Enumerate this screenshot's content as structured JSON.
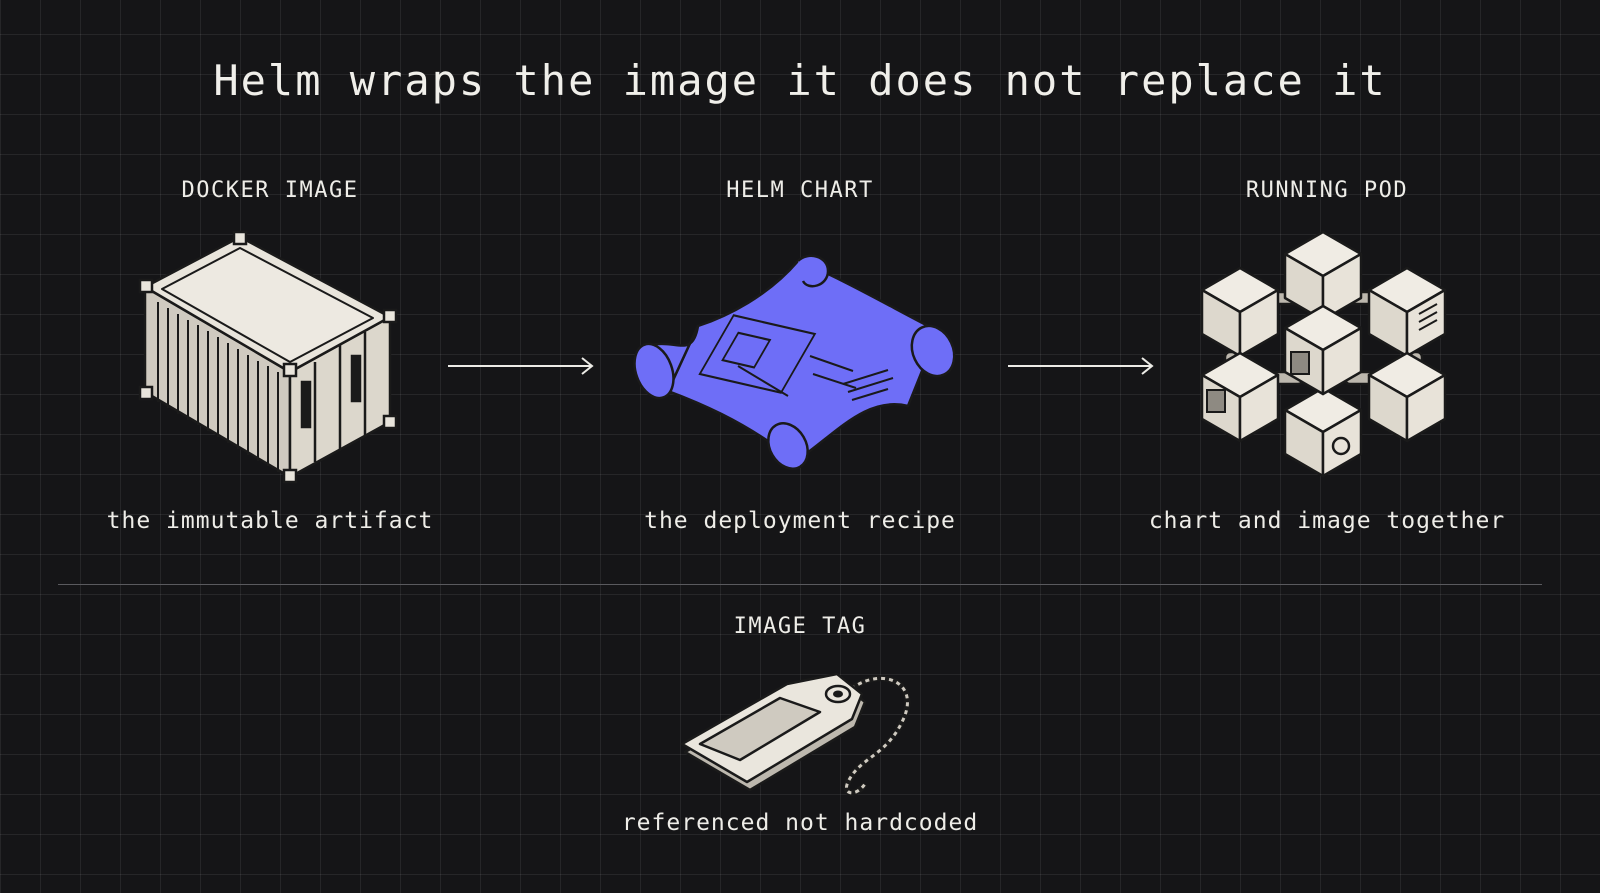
{
  "title": "Helm wraps the image it does not replace it",
  "columns": [
    {
      "label": "DOCKER IMAGE",
      "caption": "the immutable artifact",
      "icon": "container-icon"
    },
    {
      "label": "HELM CHART",
      "caption": "the deployment recipe",
      "icon": "blueprint-scroll-icon"
    },
    {
      "label": "RUNNING POD",
      "caption": "chart and image together",
      "icon": "cube-cluster-icon"
    }
  ],
  "bottom": {
    "label": "IMAGE TAG",
    "caption": "referenced not hardcoded",
    "icon": "luggage-tag-icon"
  },
  "colors": {
    "background": "#151517",
    "accent": "#6e6ef7",
    "ink": "#ecebe6",
    "fill": "#e6e1d6"
  }
}
